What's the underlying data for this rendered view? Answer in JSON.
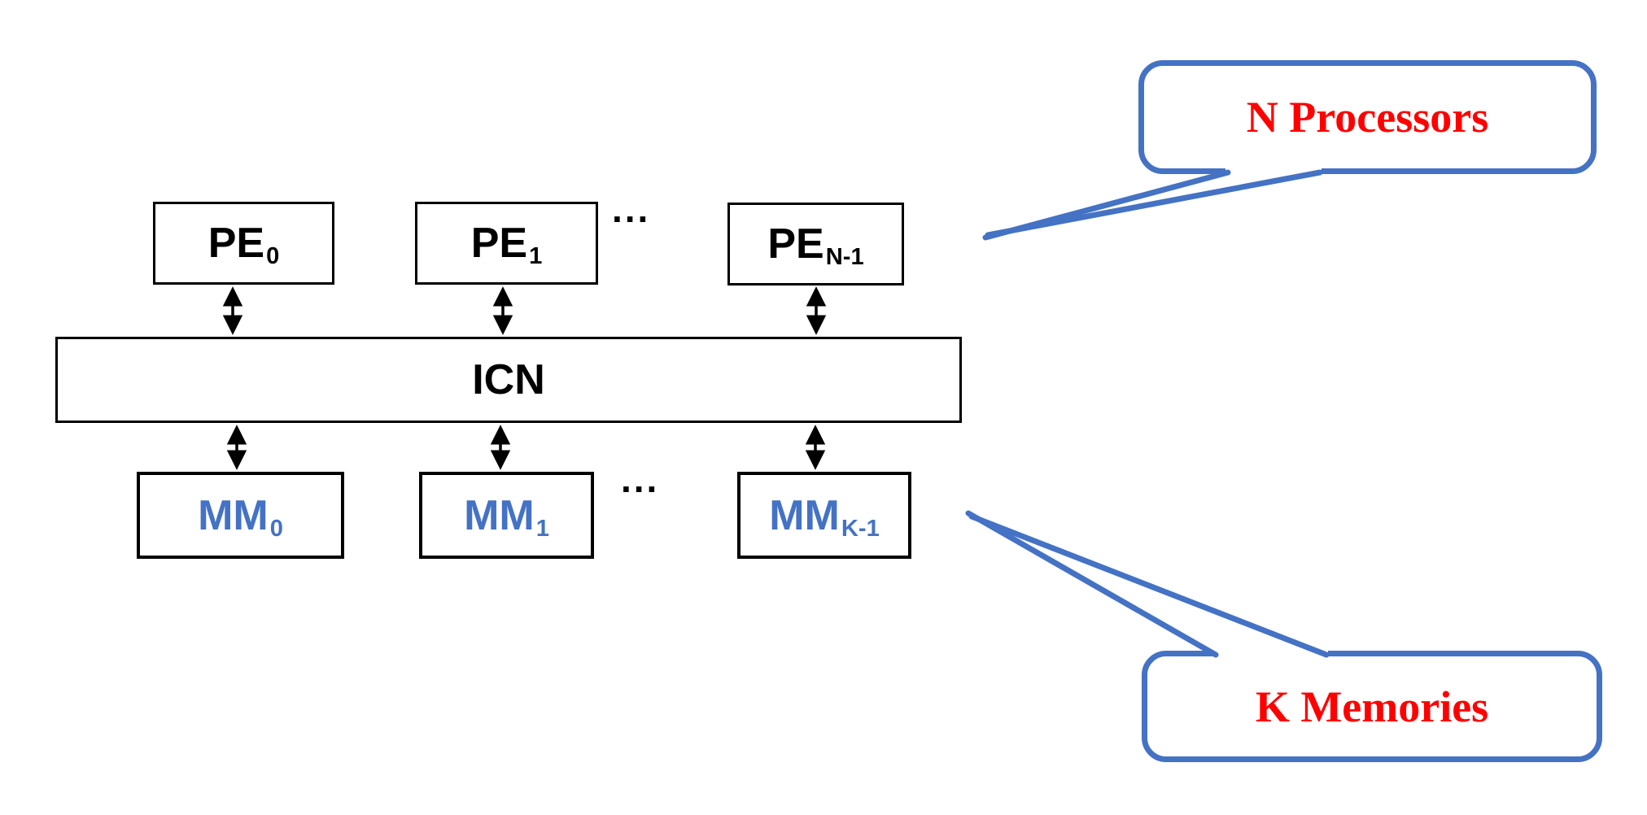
{
  "figure": {
    "background": "#FFFFFF",
    "colors": {
      "memory_label_blue": "#4472C4",
      "callout_border_blue": "#4472C4",
      "callout_text_red": "#FF0000",
      "line_black": "#000000"
    },
    "processor_row": {
      "pe0": {
        "base": "PE",
        "sub": "0"
      },
      "pe1": {
        "base": "PE",
        "sub": "1"
      },
      "pe_last": {
        "base": "PE",
        "sub": "N-1"
      },
      "ellipsis": "..."
    },
    "interconnect": {
      "label": "ICN"
    },
    "memory_row": {
      "mm0": {
        "base": "MM",
        "sub": "0"
      },
      "mm1": {
        "base": "MM",
        "sub": "1"
      },
      "mm_last": {
        "base": "MM",
        "sub": "K-1"
      },
      "ellipsis": "..."
    },
    "callouts": {
      "processors": {
        "label": "N Processors"
      },
      "memories": {
        "label": "K Memories"
      }
    }
  }
}
